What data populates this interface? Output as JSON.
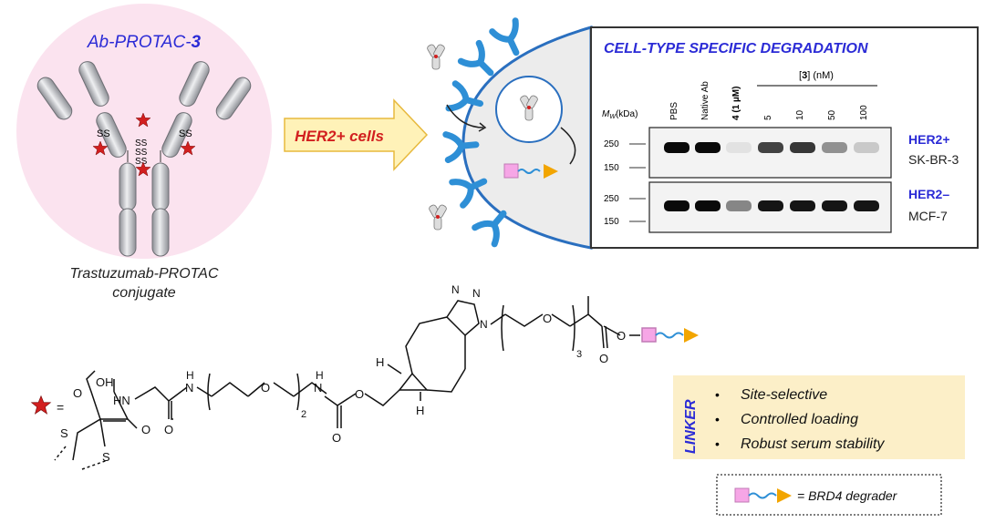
{
  "conjugate": {
    "title_prefix": "Ab-PROTAC-",
    "title_number": "3",
    "caption_line1": "Trastuzumab-PROTAC",
    "caption_line2": "conjugate",
    "disulfide": "S",
    "colors": {
      "circle": "#fbe3ef",
      "title": "#2b2bd6",
      "star": "#d21f1f",
      "antibody": "#c9cacd"
    }
  },
  "arrow": {
    "label": "HER2+ cells",
    "colors": {
      "fill": "#fff2b8",
      "text": "#d21f1f"
    }
  },
  "blot": {
    "title": "CELL-TYPE SPECIFIC DEGRADATION",
    "mw_label": "M",
    "mw_sub": "W",
    "mw_unit": "(kDa)",
    "lanes": [
      "PBS",
      "Native Ab",
      "4 (1 µM)",
      "5",
      "10",
      "50",
      "100"
    ],
    "conc_bracket_prefix": "[",
    "conc_bracket_number": "3",
    "conc_bracket_suffix": "] (nM)",
    "panels": [
      {
        "markers": [
          "250",
          "150"
        ],
        "cell_label": "HER2+",
        "cell_line": "SK-BR-3",
        "band_intensity": [
          1.0,
          1.0,
          0.04,
          0.75,
          0.8,
          0.4,
          0.15
        ]
      },
      {
        "markers": [
          "250",
          "150"
        ],
        "cell_label": "HER2–",
        "cell_line": "MCF-7",
        "band_intensity": [
          1.0,
          1.0,
          0.45,
          0.95,
          0.95,
          0.95,
          0.95
        ]
      }
    ],
    "colors": {
      "title": "#2b2bd6",
      "her2": "#2b2bd6"
    }
  },
  "structure": {
    "star_equals": "=",
    "atoms": {
      "OH": "OH",
      "HN": "HN",
      "H": "H",
      "N": "N",
      "O": "O",
      "S": "S",
      "sub2": "2",
      "sub3": "3"
    }
  },
  "linker": {
    "label": "LINKER",
    "bullets": [
      "Site-selective",
      "Controlled loading",
      "Robust serum stability"
    ],
    "colors": {
      "box": "#fcefc8",
      "label": "#2b2bd6"
    }
  },
  "legend": {
    "text": "= BRD4 degrader"
  }
}
